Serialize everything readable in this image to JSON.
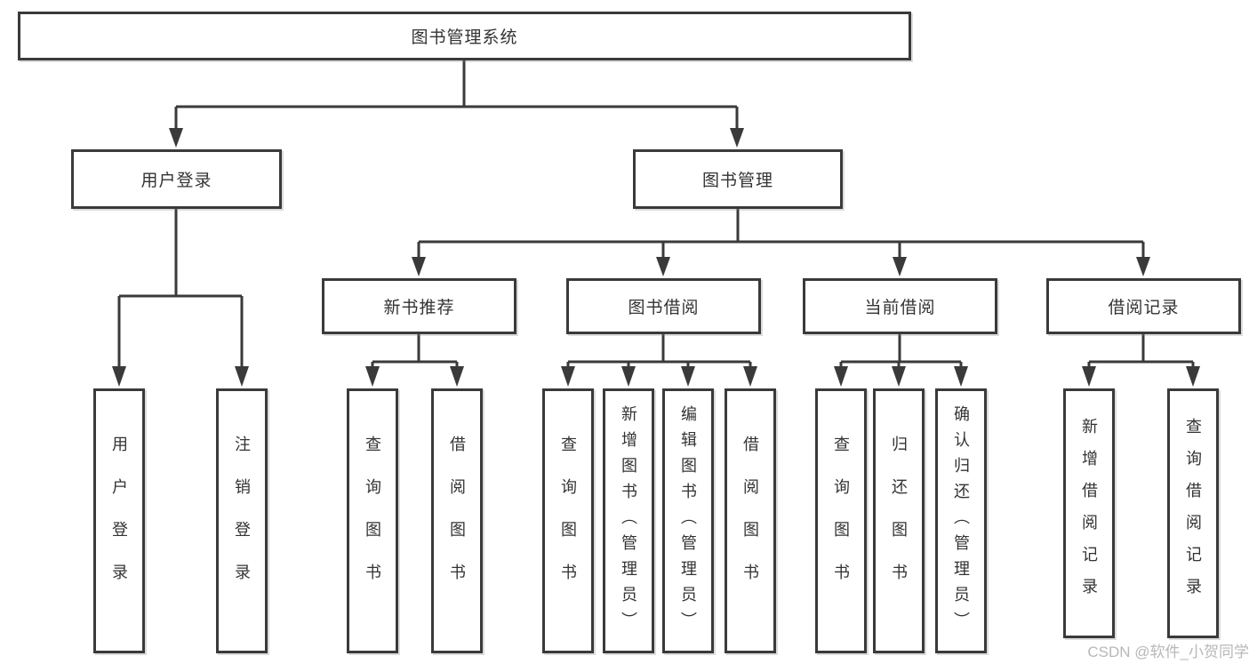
{
  "tree": {
    "root": "图书管理系统",
    "branches": [
      {
        "label": "用户登录",
        "children": [
          "用户登录",
          "注销登录"
        ]
      },
      {
        "label": "图书管理",
        "children": [
          {
            "label": "新书推荐",
            "children": [
              "查询图书",
              "借阅图书"
            ]
          },
          {
            "label": "图书借阅",
            "children": [
              "查询图书",
              "新增图书（管理员）",
              "编辑图书（管理员）",
              "借阅图书"
            ]
          },
          {
            "label": "当前借阅",
            "children": [
              "查询图书",
              "归还图书",
              "确认归还（管理员）"
            ]
          },
          {
            "label": "借阅记录",
            "children": [
              "新增借阅记录",
              "查询借阅记录"
            ]
          }
        ]
      }
    ]
  },
  "watermark": "CSDN @软件_小贺同学",
  "colors": {
    "line": "#3a3a3a",
    "text": "#333333",
    "background": "#ffffff",
    "watermark": "#b8b8b8"
  }
}
